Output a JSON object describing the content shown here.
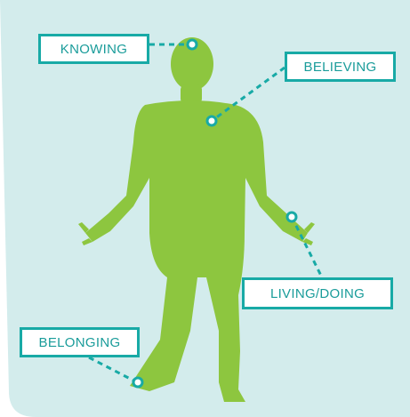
{
  "colors": {
    "background": "#d3ecec",
    "figure": "#8dc63f",
    "accent": "#18aaa6",
    "label_text": "#1a9c9a"
  },
  "labels": {
    "knowing": "KNOWING",
    "believing": "BELIEVING",
    "living_doing": "LIVING/DOING",
    "belonging": "BELONGING"
  }
}
